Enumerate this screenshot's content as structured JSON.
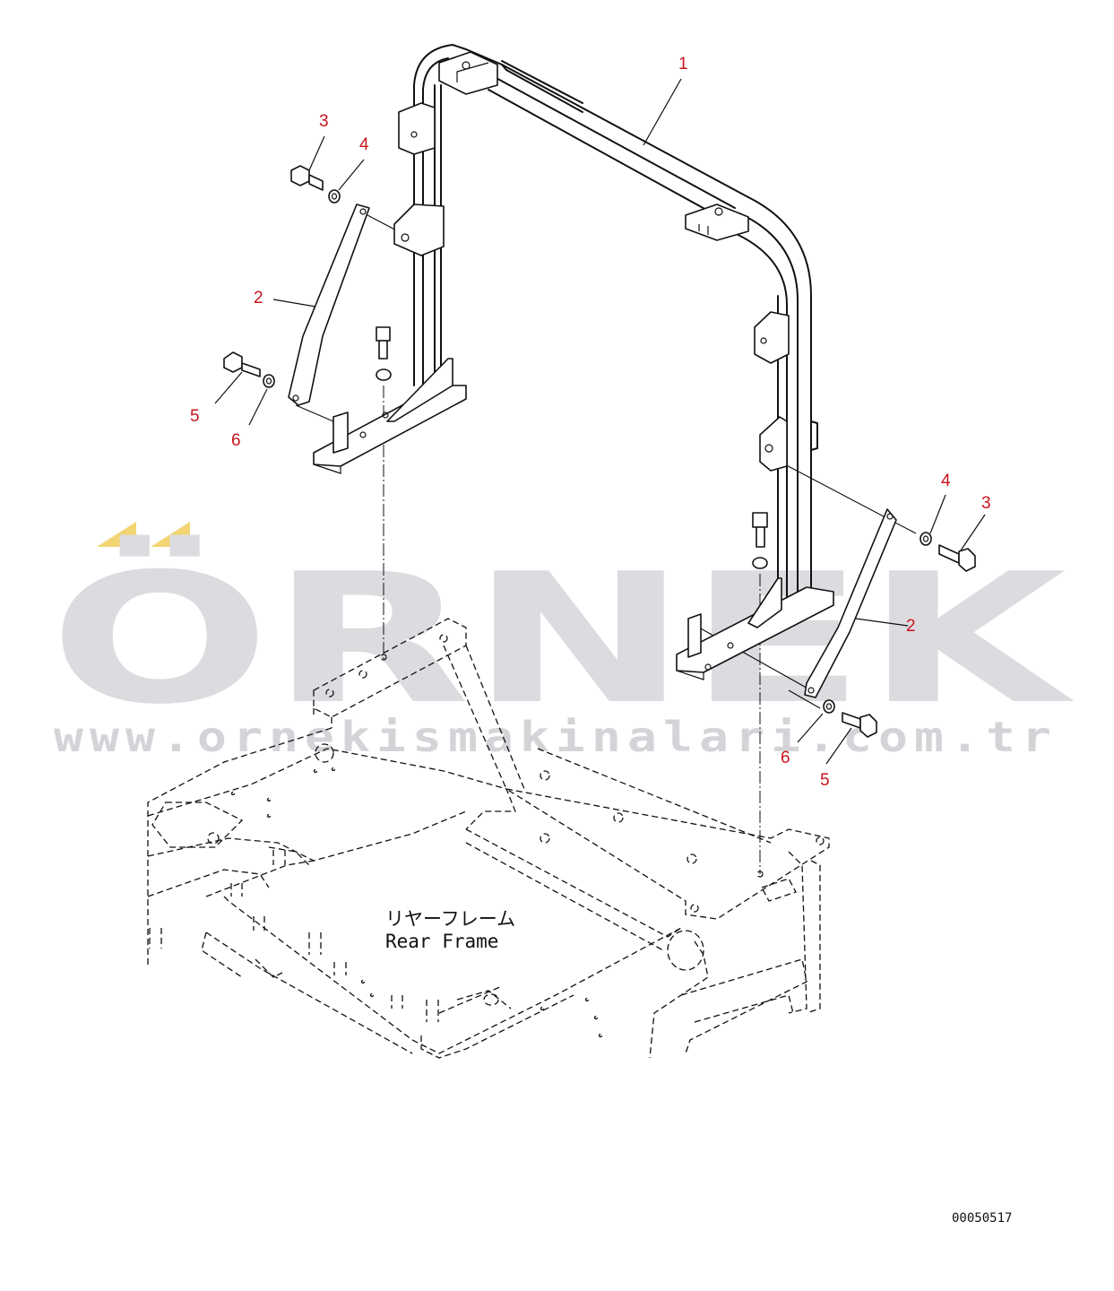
{
  "diagram": {
    "callouts": [
      {
        "id": "c1",
        "text": "1"
      },
      {
        "id": "c3a",
        "text": "3"
      },
      {
        "id": "c4a",
        "text": "4"
      },
      {
        "id": "c2a",
        "text": "2"
      },
      {
        "id": "c5a",
        "text": "5"
      },
      {
        "id": "c6a",
        "text": "6"
      },
      {
        "id": "c4b",
        "text": "4"
      },
      {
        "id": "c3b",
        "text": "3"
      },
      {
        "id": "c2b",
        "text": "2"
      },
      {
        "id": "c6b",
        "text": "6"
      },
      {
        "id": "c5b",
        "text": "5"
      }
    ],
    "frame_label_jp": "リヤーフレーム",
    "frame_label_en": "Rear Frame",
    "drawing_number": "00050517"
  },
  "watermark": {
    "brand": "ÖRNEK",
    "url": "www.ornekismakinalari.com.tr",
    "accent_color": "#f2d472",
    "text_color": "#dcdce0"
  },
  "colors": {
    "callout": "#c8141e",
    "line": "#111111",
    "background": "#ffffff"
  }
}
